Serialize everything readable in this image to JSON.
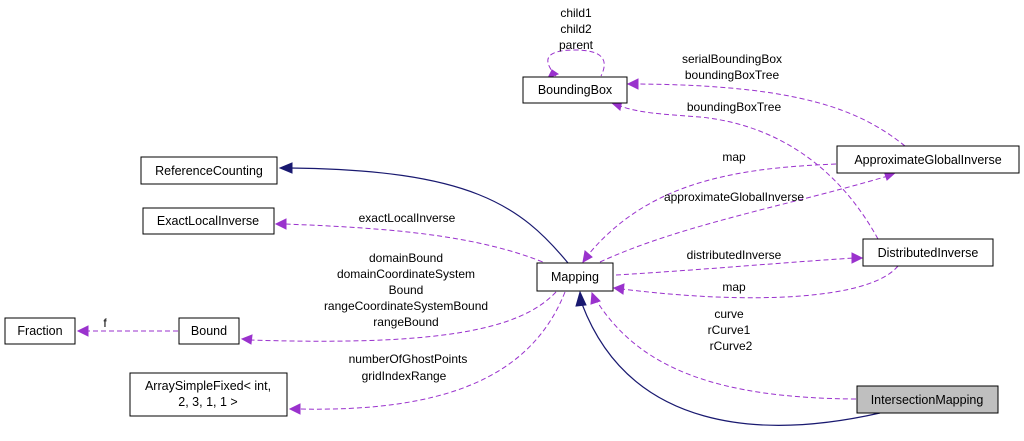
{
  "nodes": {
    "bounding_box": "BoundingBox",
    "reference_counting": "ReferenceCounting",
    "exact_local_inverse": "ExactLocalInverse",
    "fraction": "Fraction",
    "bound": "Bound",
    "array_simple_fixed_line1": "ArraySimpleFixed< int,",
    "array_simple_fixed_line2": "2, 3, 1, 1 >",
    "mapping": "Mapping",
    "approximate_global_inverse": "ApproximateGlobalInverse",
    "distributed_inverse": "DistributedInverse",
    "intersection_mapping": "IntersectionMapping"
  },
  "labels": {
    "self_child1": "child1",
    "self_child2": "child2",
    "self_parent": "parent",
    "agi_to_bb_1": "serialBoundingBox",
    "agi_to_bb_2": "boundingBoxTree",
    "di_to_bb": "boundingBoxTree",
    "agi_map": "map",
    "mapping_agi": "approximateGlobalInverse",
    "exact_local_inverse": "exactLocalInverse",
    "bound_1": "domainBound",
    "bound_2": "domainCoordinateSystem",
    "bound_3": "Bound",
    "bound_4": "rangeCoordinateSystemBound",
    "bound_5": "rangeBound",
    "fraction_f": "f",
    "array_1": "numberOfGhostPoints",
    "array_2": "gridIndexRange",
    "distributed_inverse": "distributedInverse",
    "di_map": "map",
    "curve_1": "curve",
    "curve_2": "rCurve1",
    "curve_3": "rCurve2"
  },
  "colors": {
    "dashed_edge": "#9a32cd",
    "inheritance_edge": "#191970",
    "highlight_node": "#bfbfbf"
  }
}
